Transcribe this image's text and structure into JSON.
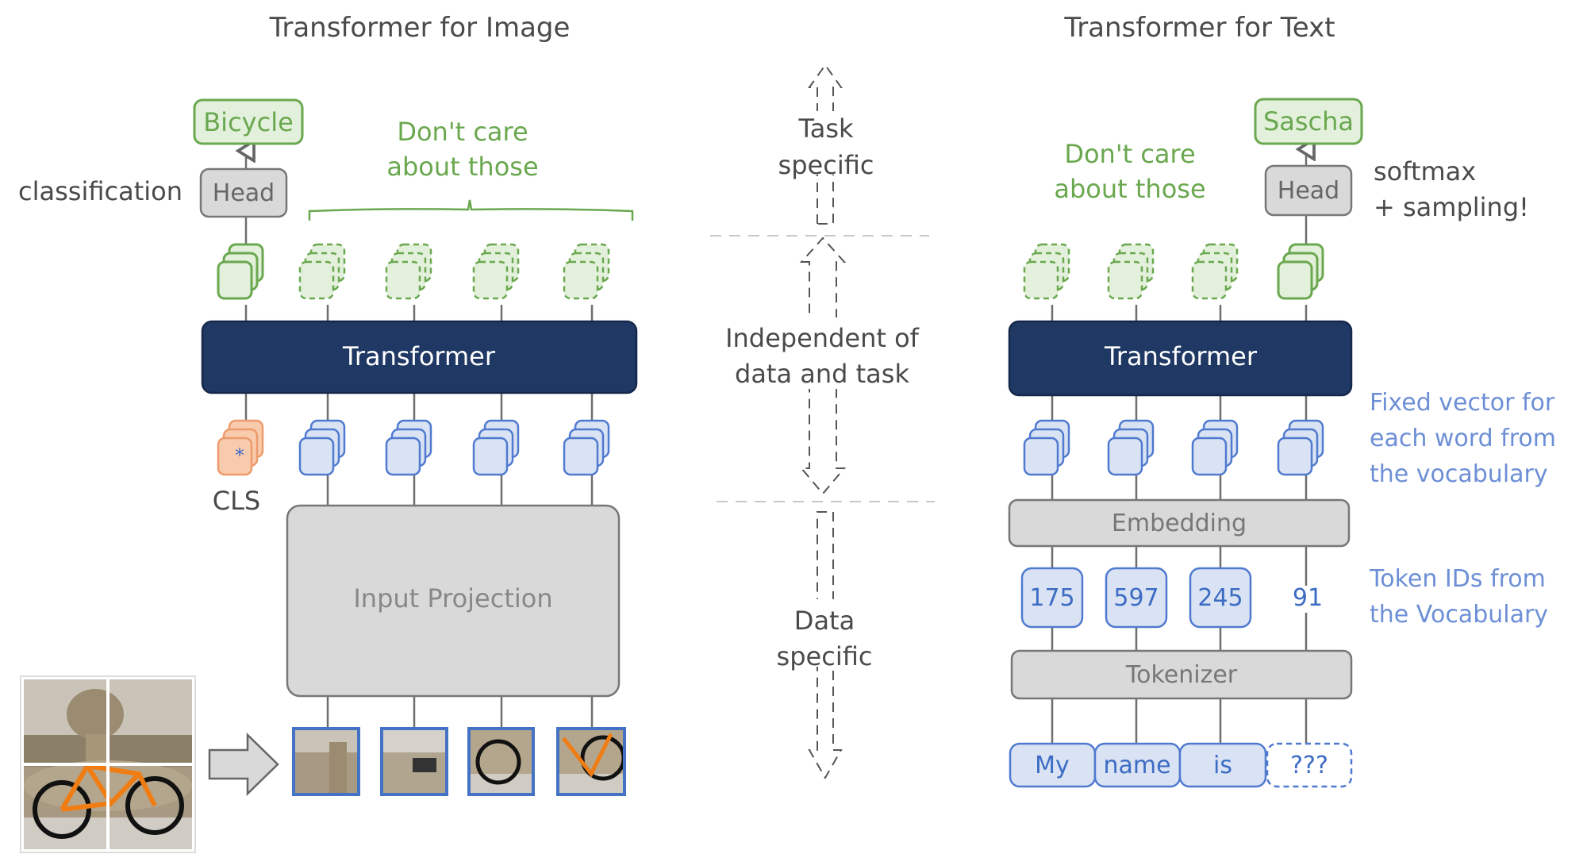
{
  "image_side": {
    "title": "Transformer for Image",
    "output_label": "Bicycle",
    "head_label": "Head",
    "head_note": "classification",
    "dont_care_line1": "Don't care",
    "dont_care_line2": "about those",
    "transformer_label": "Transformer",
    "cls_label": "CLS",
    "cls_mark": "*",
    "input_projection_label": "Input Projection",
    "patch_count": 4,
    "photo_description": "orange bicycle leaning against stone fountain, split into 4 patches"
  },
  "middle": {
    "task_specific_line1": "Task",
    "task_specific_line2": "specific",
    "independent_line1": "Independent of",
    "independent_line2": "data and task",
    "data_specific_line1": "Data",
    "data_specific_line2": "specific"
  },
  "text_side": {
    "title": "Transformer for Text",
    "output_label": "Sascha",
    "head_label": "Head",
    "head_note_line1": "softmax",
    "head_note_line2": "+ sampling!",
    "dont_care_line1": "Don't care",
    "dont_care_line2": "about those",
    "transformer_label": "Transformer",
    "fixed_vector_line1": "Fixed vector for",
    "fixed_vector_line2": "each word from",
    "fixed_vector_line3": "the vocabulary",
    "embedding_label": "Embedding",
    "token_ids": [
      "175",
      "597",
      "245",
      "91"
    ],
    "token_ids_note_line1": "Token IDs from",
    "token_ids_note_line2": "the Vocabulary",
    "tokenizer_label": "Tokenizer",
    "words": [
      "My",
      "name",
      "is",
      "???"
    ]
  },
  "colors": {
    "green": "#6aa84f",
    "green_fill": "#e3f0dc",
    "navy": "#1f3864",
    "blue": "#4f7ad0",
    "blue_fill": "#dae3f3",
    "peach": "#f8cbad",
    "gray_fill": "#d9d9d9",
    "text_dark": "#4a4a4a",
    "note_blue": "#6d8fd6"
  }
}
